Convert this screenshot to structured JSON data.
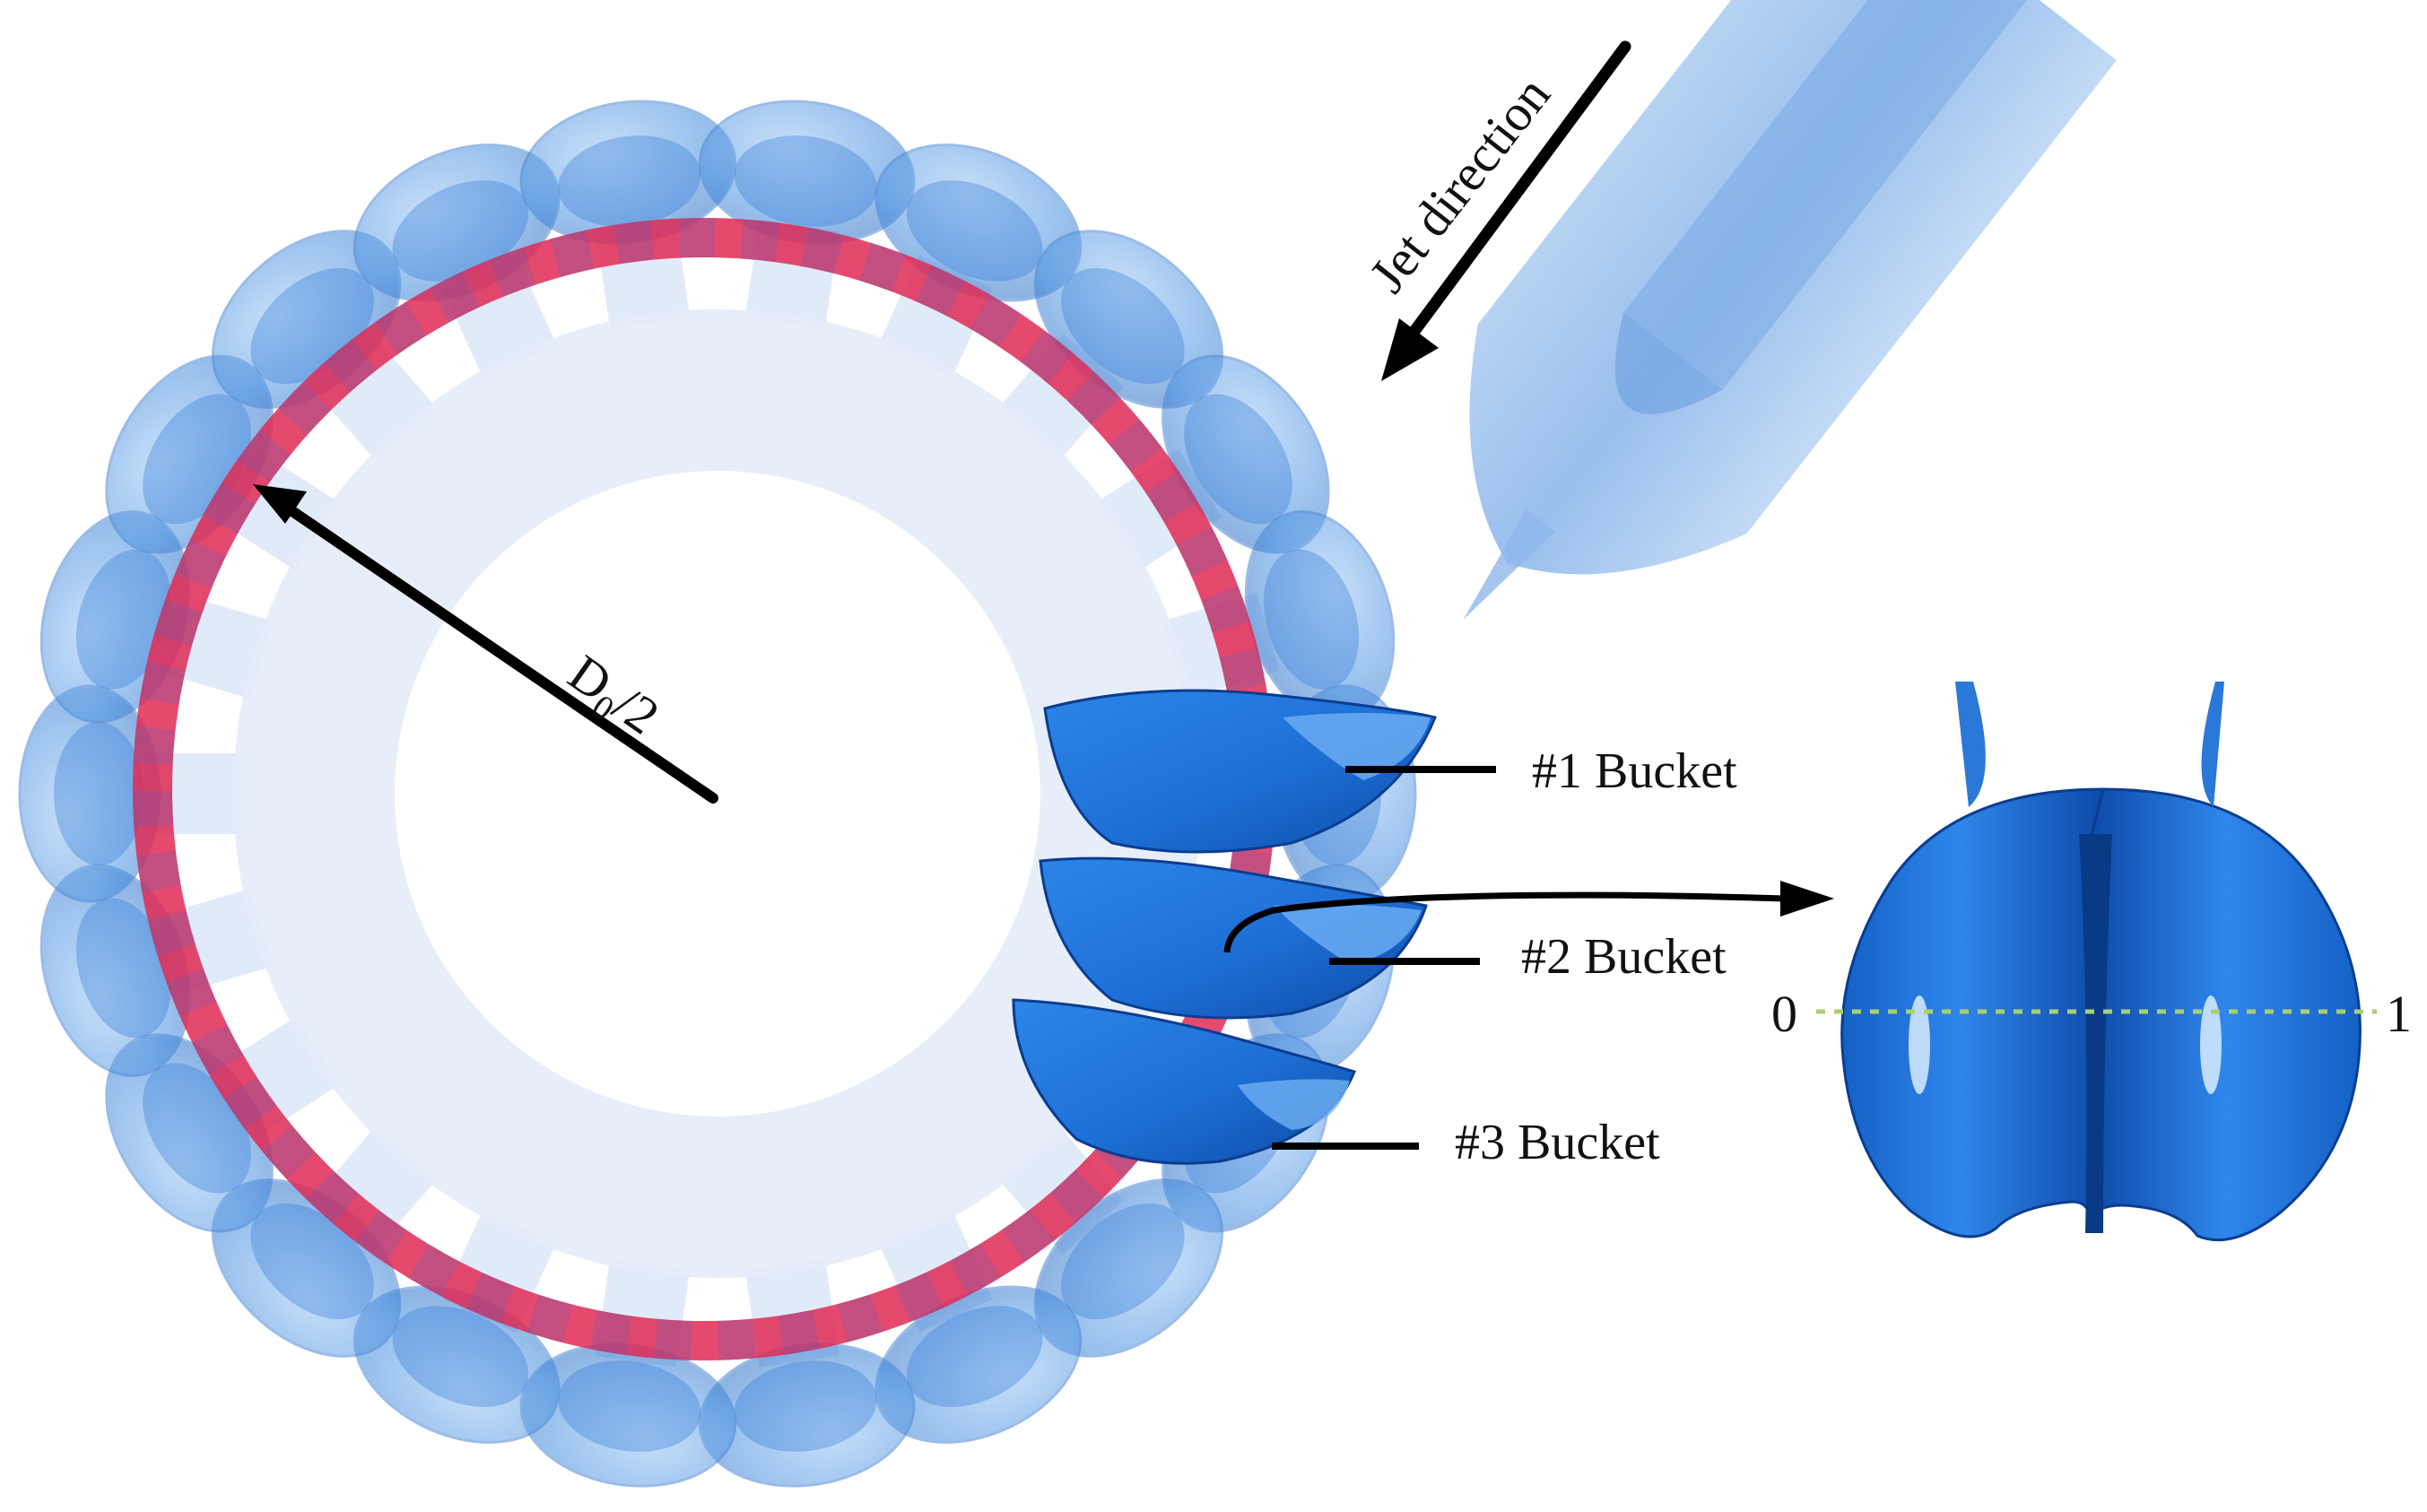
{
  "figure": {
    "radius_label": {
      "main": "D",
      "sub": "0",
      "tail": "/2"
    },
    "jet_label": "Jet direction",
    "bucket_labels": [
      "#1 Bucket",
      "#2 Bucket",
      "#3 Bucket"
    ],
    "scale_start": "0",
    "scale_end": "1",
    "colors": {
      "bucket_fill": "#3c8ee6",
      "bucket_dark": "#0b4fb0",
      "ring_red": "#e02a55",
      "hub": "#e6eef9",
      "nozzle": "#9ec4ee",
      "arrow": "#000000",
      "dashed_line": "#a8cf72"
    }
  }
}
